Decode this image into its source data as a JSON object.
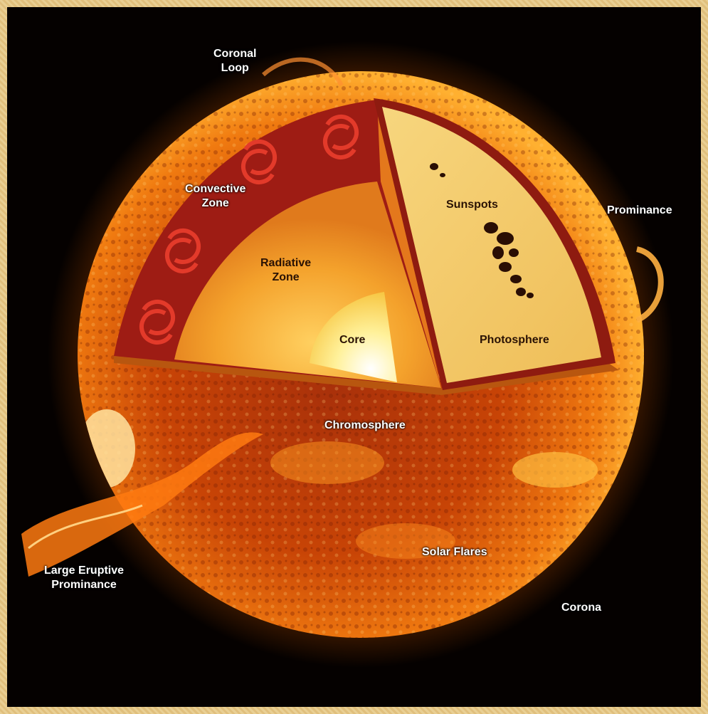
{
  "labels": {
    "coronal_loop": "Coronal\nLoop",
    "convective_zone": "Convective\nZone",
    "radiative_zone": "Radiative\nZone",
    "core": "Core",
    "sunspots": "Sunspots",
    "photosphere": "Photosphere",
    "prominance": "Prominance",
    "chromosphere": "Chromosphere",
    "solar_flares": "Solar Flares",
    "large_eruptive_prominance": "Large Eruptive\nProminance",
    "corona": "Corona"
  },
  "colors": {
    "background": "#050100",
    "frame": "#e6c98a",
    "sun_surface": "#c83d05",
    "convective_zone": "#9e1c14",
    "radiative_zone": "#f0a030",
    "core": "#fff4b8",
    "photosphere": "#f3c969",
    "sunspot": "#2a0e04"
  }
}
